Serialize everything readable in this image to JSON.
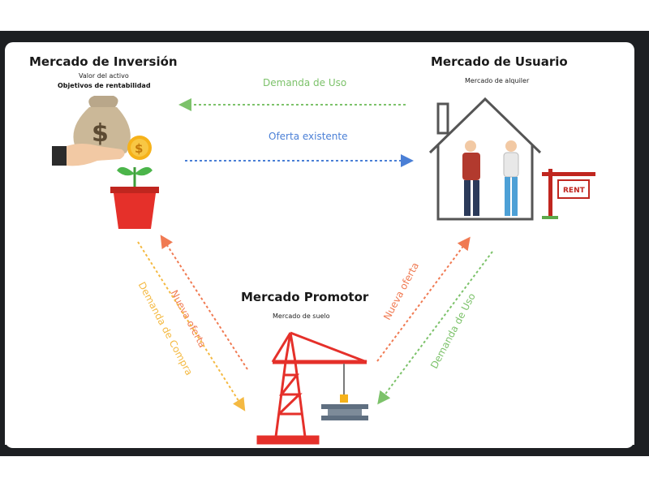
{
  "nodes": {
    "investment": {
      "title": "Mercado de Inversión",
      "line1": "Valor del activo",
      "line2": "Objetivos de rentabilidad"
    },
    "user": {
      "title": "Mercado de Usuario",
      "line1": "Mercado de alquiler"
    },
    "developer": {
      "title": "Mercado Promotor",
      "line1": "Mercado de suelo"
    }
  },
  "flows": {
    "demanda_uso_top": "Demanda de Uso",
    "oferta_existente": "Oferta existente",
    "nueva_oferta_left": "Nueva oferta",
    "demanda_compra": "Demanda de Compra",
    "nueva_oferta_right": "Nueva oferta",
    "demanda_uso_right": "Demanda de Uso"
  },
  "sign_text": "RENT",
  "colors": {
    "green": "#7cc26a",
    "blue": "#4a7fd6",
    "orange": "#f07a52",
    "yellow": "#f4b942",
    "red": "#e5302a"
  }
}
